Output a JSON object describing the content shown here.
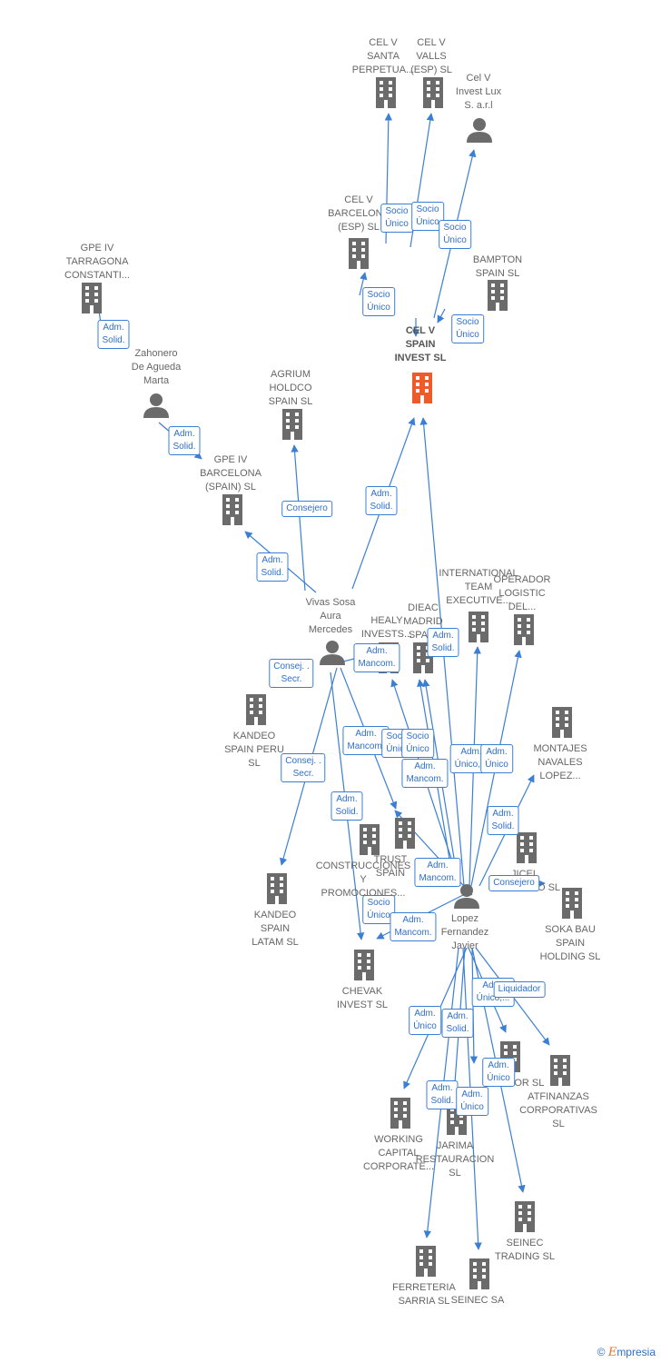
{
  "colors": {
    "edge": "#3b7fd4",
    "building": "#6b6b6b",
    "focus_building": "#f05a28",
    "person": "#6b6b6b"
  },
  "nodes": [
    {
      "id": "cel_v_santa",
      "label": "CEL V\nSANTA\nPERPETUA...",
      "icon": "building"
    },
    {
      "id": "cel_v_valls",
      "label": "CEL V\nVALLS\n(ESP)  SL",
      "icon": "building"
    },
    {
      "id": "cel_v_lux",
      "label": "Cel V\nInvest Lux\nS. a.r.l",
      "icon": "person"
    },
    {
      "id": "cel_v_bcn",
      "label": "CEL V\nBARCELONA\n(ESP)  SL",
      "icon": "building"
    },
    {
      "id": "bampton",
      "label": "BAMPTON\nSPAIN  SL",
      "icon": "building"
    },
    {
      "id": "cel_v_spain",
      "label": "CEL V\nSPAIN\nINVEST  SL",
      "icon": "building-focus"
    },
    {
      "id": "gpe_tarragona",
      "label": "GPE IV\nTARRAGONA\nCONSTANTI...",
      "icon": "building"
    },
    {
      "id": "zahonero",
      "label": "Zahonero\nDe Agueda\nMarta",
      "icon": "person"
    },
    {
      "id": "agrium",
      "label": "AGRIUM\nHOLDCO\nSPAIN SL",
      "icon": "building"
    },
    {
      "id": "gpe_bcn",
      "label": "GPE IV\nBARCELONA\n(SPAIN)  SL",
      "icon": "building"
    },
    {
      "id": "vivas",
      "label": "Vivas Sosa\nAura\nMercedes",
      "icon": "person"
    },
    {
      "id": "international",
      "label": "INTERNATIONAL\nTEAM\nEXECUTIVE...",
      "icon": "building"
    },
    {
      "id": "operador",
      "label": "OPERADOR\nLOGISTIC\nDEL...",
      "icon": "building"
    },
    {
      "id": "healy",
      "label": "HEALY\nINVESTS...",
      "icon": "building"
    },
    {
      "id": "dieac",
      "label": "DIEAC\nMADRID\nSPAIN",
      "icon": "building"
    },
    {
      "id": "kandeo_peru",
      "label": "KANDEO\nSPAIN PERU\nSL",
      "icon": "building"
    },
    {
      "id": "montajes",
      "label": "MONTAJES\nNAVALES\nLOPEZ...",
      "icon": "building"
    },
    {
      "id": "construcciones",
      "label": "CONSTRUCCIONES\nY\nPROMOCIONES...",
      "icon": "building"
    },
    {
      "id": "trust",
      "label": "TRUST\nSPAIN",
      "icon": "building"
    },
    {
      "id": "jicel",
      "label": "JICEL\nPROYECTO SL",
      "icon": "building"
    },
    {
      "id": "kandeo_latam",
      "label": "KANDEO\nSPAIN\nLATAM  SL",
      "icon": "building"
    },
    {
      "id": "lopez",
      "label": "Lopez\nFernandez\nJavier",
      "icon": "person"
    },
    {
      "id": "soka",
      "label": "SOKA BAU\nSPAIN\nHOLDING  SL",
      "icon": "building"
    },
    {
      "id": "chevak",
      "label": "CHEVAK\nINVEST  SL",
      "icon": "building"
    },
    {
      "id": "gestor",
      "label": "GESTOR SL",
      "icon": "building"
    },
    {
      "id": "atfinanzas",
      "label": "ATFINANZAS\nCORPORATIVAS\nSL",
      "icon": "building"
    },
    {
      "id": "working",
      "label": "WORKING\nCAPITAL\nCORPORATE...",
      "icon": "building"
    },
    {
      "id": "jarima",
      "label": "JARIMA\nRESTAURACION\nSL",
      "icon": "building"
    },
    {
      "id": "seinec_trading",
      "label": "SEINEC\nTRADING SL",
      "icon": "building"
    },
    {
      "id": "ferreteria",
      "label": "FERRETERIA\nSARRIA  SL",
      "icon": "building"
    },
    {
      "id": "seinec_sa",
      "label": "SEINEC SA",
      "icon": "building"
    }
  ],
  "edge_labels": [
    {
      "id": "e1",
      "text": "Socio\nÚnico"
    },
    {
      "id": "e2",
      "text": "Socio\nÚnico"
    },
    {
      "id": "e3",
      "text": "Socio\nÚnico"
    },
    {
      "id": "e4",
      "text": "Socio\nÚnico"
    },
    {
      "id": "e5",
      "text": "Socio\nÚnico"
    },
    {
      "id": "e6",
      "text": "Adm.\nSolid."
    },
    {
      "id": "e7",
      "text": "Adm.\nSolid."
    },
    {
      "id": "e8",
      "text": "Consejero"
    },
    {
      "id": "e9",
      "text": "Adm.\nSolid."
    },
    {
      "id": "e10",
      "text": "Adm.\nSolid."
    },
    {
      "id": "e11",
      "text": "Adm.\nMancom."
    },
    {
      "id": "e12",
      "text": "Adm.\nSolid."
    },
    {
      "id": "e13",
      "text": "Consej. .\nSecr."
    },
    {
      "id": "e14",
      "text": "Adm.\nMancom."
    },
    {
      "id": "e15",
      "text": "Socio\nÚnico"
    },
    {
      "id": "e16",
      "text": "Socio\nÚnico"
    },
    {
      "id": "e17",
      "text": "Adm.\nMancom."
    },
    {
      "id": "e18",
      "text": "Adm.\nÚnico,..."
    },
    {
      "id": "e19",
      "text": "Adm.\nÚnico"
    },
    {
      "id": "e20",
      "text": "Consej. .\nSecr."
    },
    {
      "id": "e21",
      "text": "Adm.\nSolid."
    },
    {
      "id": "e22",
      "text": "Adm.\nSolid."
    },
    {
      "id": "e23",
      "text": "Adm.\nMancom."
    },
    {
      "id": "e24",
      "text": "Consejero"
    },
    {
      "id": "e25",
      "text": "Socio\nÚnico"
    },
    {
      "id": "e26",
      "text": "Adm.\nMancom."
    },
    {
      "id": "e27",
      "text": "Adm.\nÚnico,..."
    },
    {
      "id": "e28",
      "text": "Liquidador"
    },
    {
      "id": "e29",
      "text": "Adm.\nÚnico"
    },
    {
      "id": "e30",
      "text": "Adm.\nSolid."
    },
    {
      "id": "e31",
      "text": "Adm.\nÚnico"
    },
    {
      "id": "e32",
      "text": "Adm.\nSolid."
    },
    {
      "id": "e33",
      "text": "Adm.\nÚnico"
    }
  ],
  "watermark": {
    "symbol": "©",
    "brand_initial": "E",
    "brand_rest": "mpresia"
  }
}
